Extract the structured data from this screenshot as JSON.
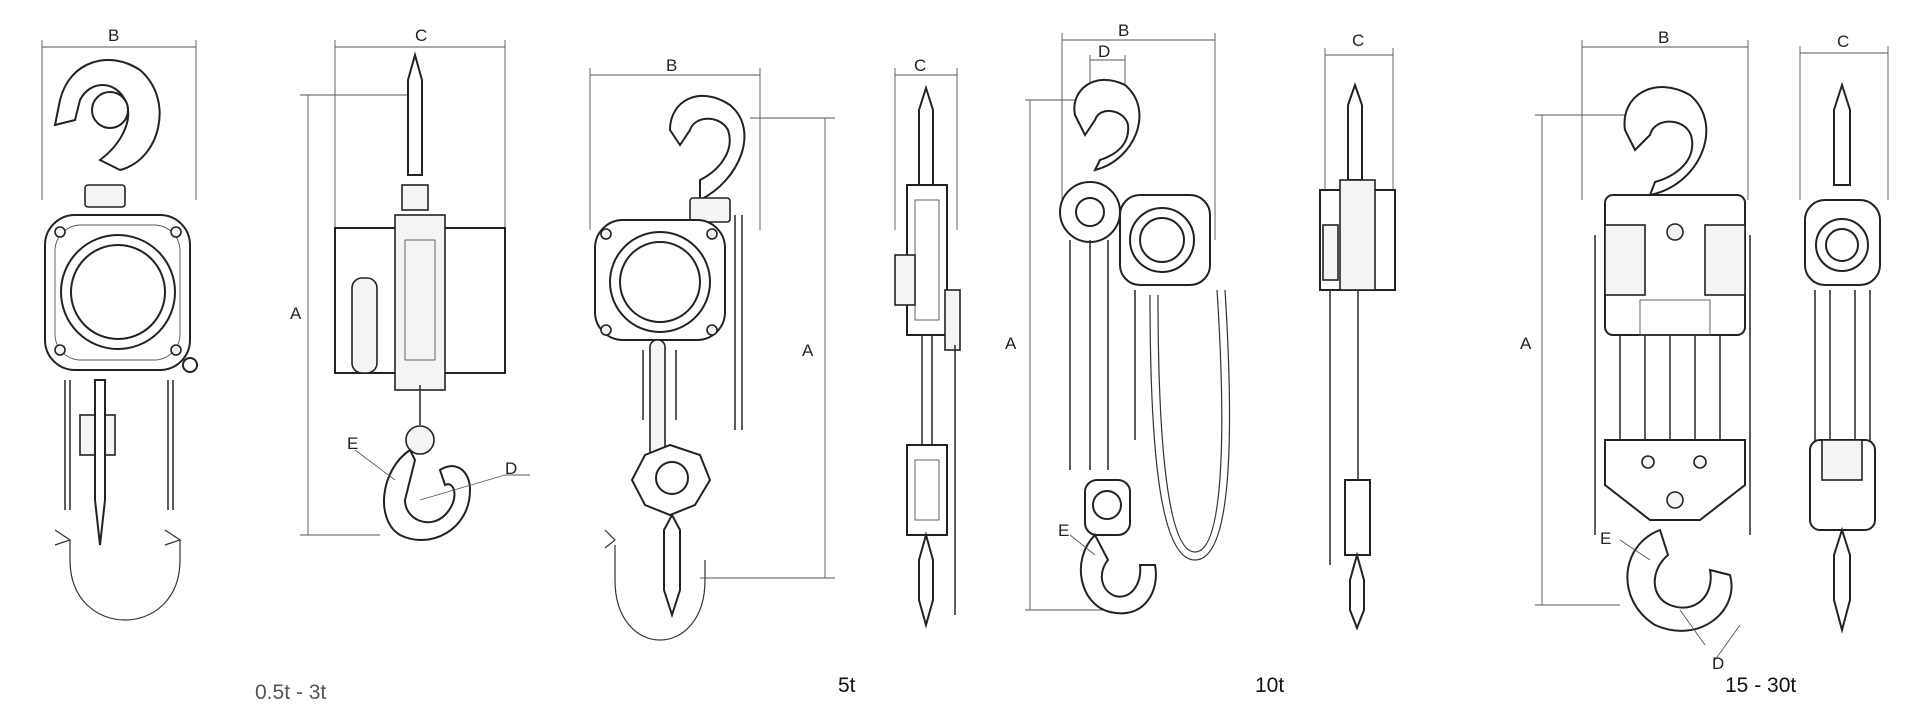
{
  "colors": {
    "line": "#333333",
    "background": "#ffffff"
  },
  "figures": [
    {
      "id": "fig1",
      "caption": "0.5t - 3t",
      "labels": {
        "B": "B",
        "C": "C",
        "A": "A",
        "D": "D",
        "E": "E"
      }
    },
    {
      "id": "fig2",
      "caption": "5t",
      "labels": {
        "B": "B",
        "C": "C",
        "A": "A"
      }
    },
    {
      "id": "fig3",
      "caption": "10t",
      "labels": {
        "B": "B",
        "C": "C",
        "A": "A",
        "D": "D",
        "E": "E"
      }
    },
    {
      "id": "fig4",
      "caption": "15 - 30t",
      "labels": {
        "B": "B",
        "C": "C",
        "A": "A",
        "D": "D",
        "E": "E"
      }
    }
  ]
}
